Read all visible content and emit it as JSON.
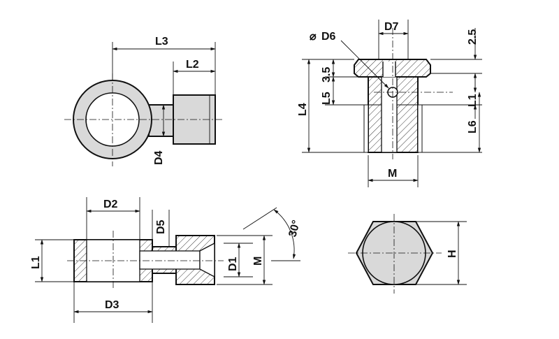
{
  "labels": {
    "L3": "L3",
    "L2": "L2",
    "D4": "D4",
    "D6": "D6",
    "D7": "D7",
    "dim_2_5": "2.5",
    "dim_3_5": "3.5",
    "L4": "L4",
    "L5": "L5",
    "L1_top": "L1",
    "L6": "L6",
    "M_top": "M",
    "D2": "D2",
    "D5": "D5",
    "L1_bottom": "L1",
    "D3": "D3",
    "D1": "D1",
    "M_bottom": "M",
    "angle": "30°",
    "H": "H"
  },
  "symbols": {
    "diameter": "⌀"
  }
}
